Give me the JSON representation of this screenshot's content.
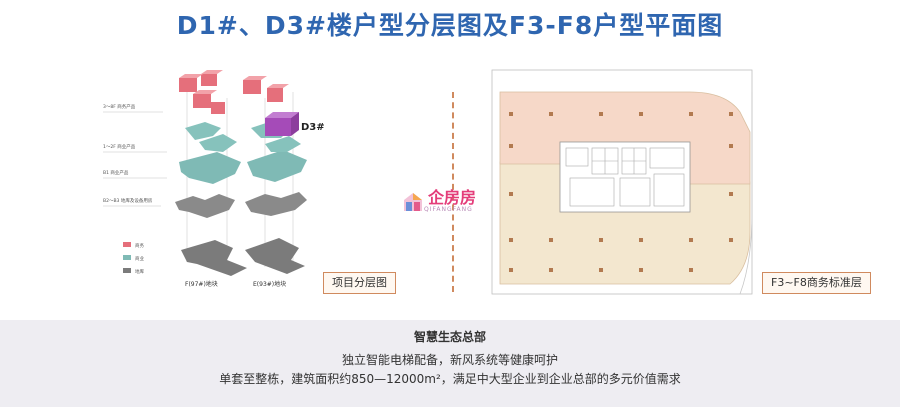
{
  "title": "D1#、D3#楼户型分层图及F3-F8户型平面图",
  "left": {
    "legend_items": [
      "3～8F 商务产品",
      "1～2F 商业产品",
      "B1 商业产品",
      "B2～B3 地库及设备用房"
    ],
    "highlight_label": "D3#",
    "plot_label_left": "F(97#)地块",
    "plot_label_right": "E(93#)地块",
    "key": [
      "商务",
      "商业",
      "地库"
    ],
    "caption": "项目分层图"
  },
  "right": {
    "caption": "F3~F8商务标准层"
  },
  "watermark": {
    "name": "企房房",
    "sub": "QIFANGFANG"
  },
  "bottom": {
    "heading": "智慧生态总部",
    "line1": "独立智能电梯配备，新风系统等健康呵护",
    "line2": "单套至整栋，建筑面积约850—12000m²，满足中大型企业到企业总部的多元价值需求"
  },
  "colors": {
    "title": "#2f66b0",
    "commercial_office": "#e56f7b",
    "retail": "#7fbab5",
    "basement": "#7b7b7b",
    "highlight": "#a54bb8",
    "floor_north": "#f6d8c8",
    "floor_south": "#f3e7cf",
    "accent_border": "#d08a5e"
  }
}
